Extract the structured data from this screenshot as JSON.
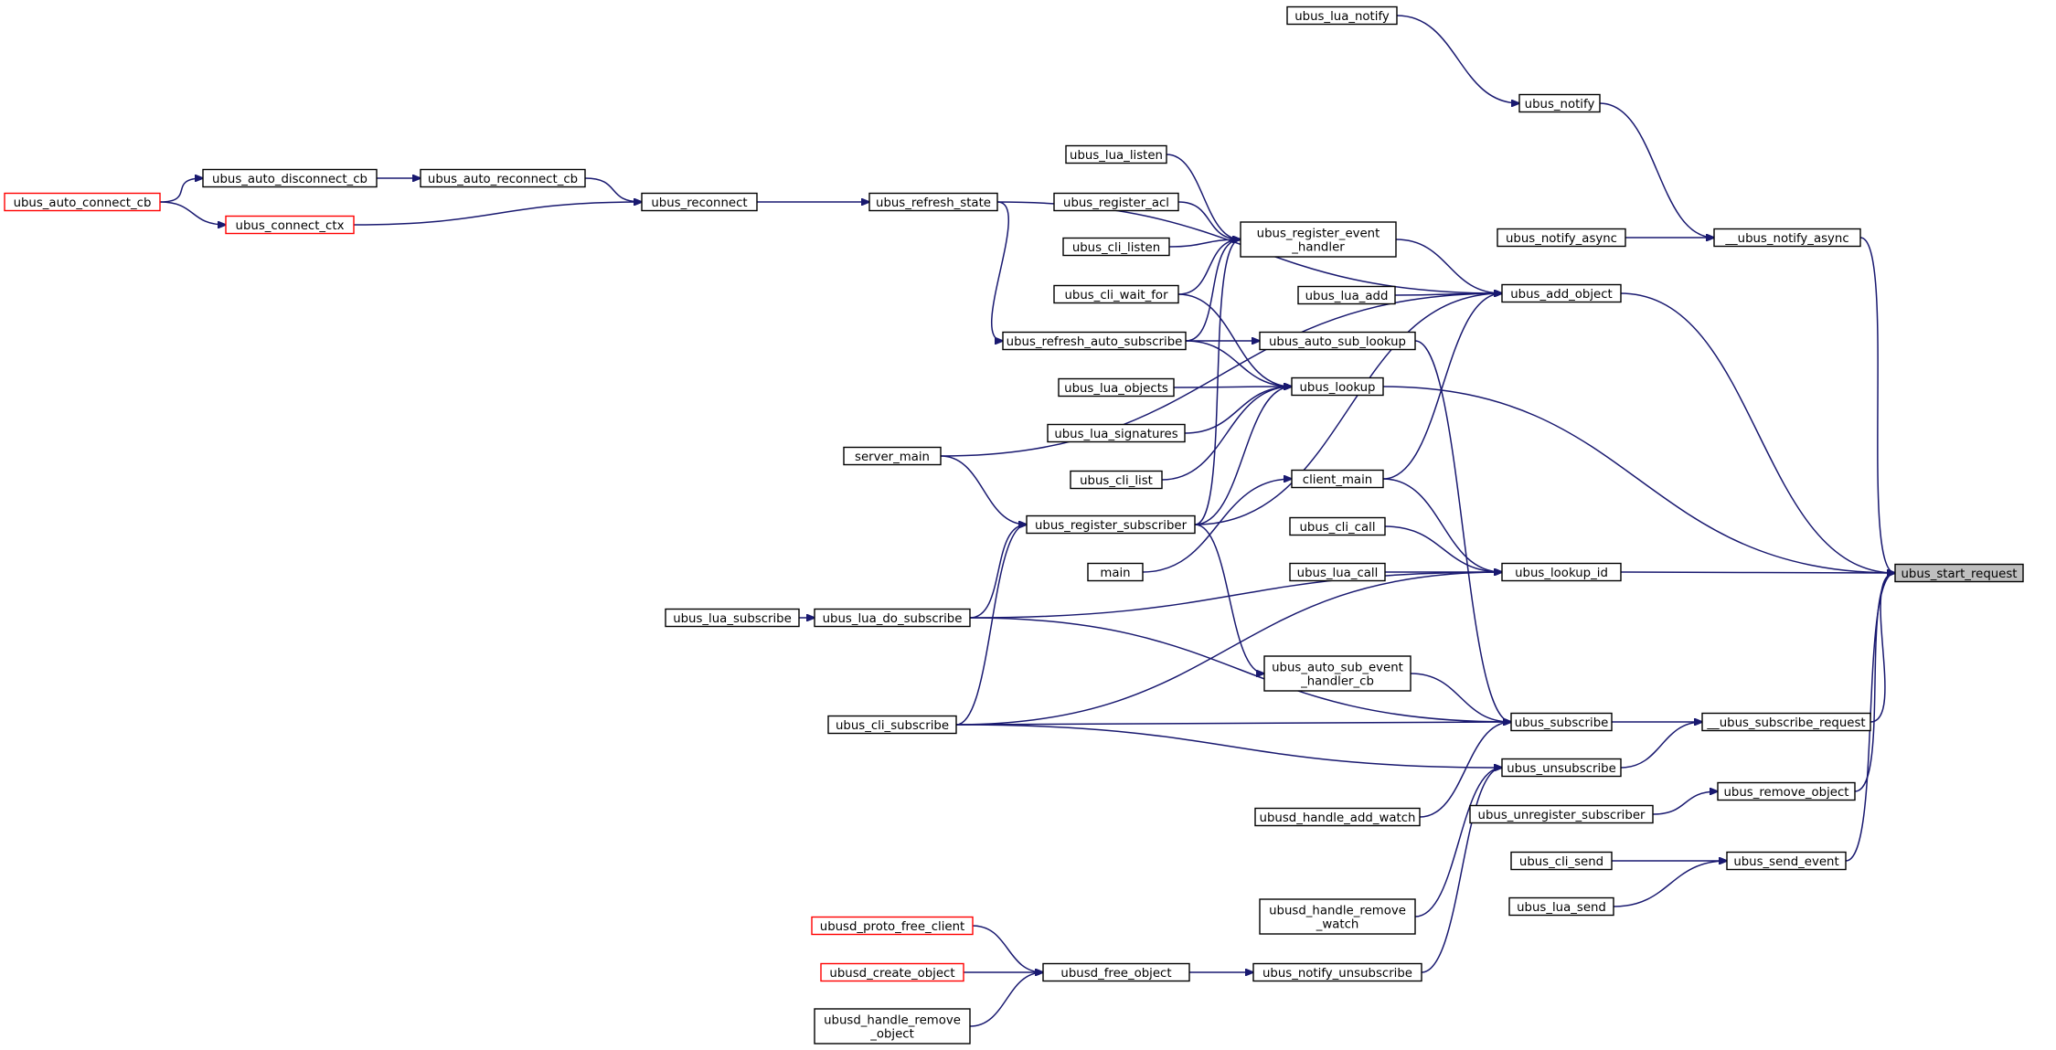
{
  "nodes": [
    {
      "id": "ubus_start_request",
      "label": [
        "ubus_start_request"
      ],
      "highlight": true
    },
    {
      "id": "ubus_lua_notify",
      "label": [
        "ubus_lua_notify"
      ]
    },
    {
      "id": "ubus_notify",
      "label": [
        "ubus_notify"
      ]
    },
    {
      "id": "__ubus_notify_async",
      "label": [
        "__ubus_notify_async"
      ]
    },
    {
      "id": "ubus_notify_async",
      "label": [
        "ubus_notify_async"
      ]
    },
    {
      "id": "ubus_add_object",
      "label": [
        "ubus_add_object"
      ]
    },
    {
      "id": "ubus_lua_add",
      "label": [
        "ubus_lua_add"
      ]
    },
    {
      "id": "ubus_register_event_handler",
      "label": [
        "ubus_register_event",
        "_handler"
      ]
    },
    {
      "id": "ubus_lua_listen",
      "label": [
        "ubus_lua_listen"
      ]
    },
    {
      "id": "ubus_register_acl",
      "label": [
        "ubus_register_acl"
      ]
    },
    {
      "id": "ubus_cli_listen",
      "label": [
        "ubus_cli_listen"
      ]
    },
    {
      "id": "ubus_cli_wait_for",
      "label": [
        "ubus_cli_wait_for"
      ]
    },
    {
      "id": "ubus_refresh_auto_subscribe",
      "label": [
        "ubus_refresh_auto_subscribe"
      ]
    },
    {
      "id": "ubus_auto_sub_lookup",
      "label": [
        "ubus_auto_sub_lookup"
      ]
    },
    {
      "id": "ubus_lookup",
      "label": [
        "ubus_lookup"
      ]
    },
    {
      "id": "ubus_lua_objects",
      "label": [
        "ubus_lua_objects"
      ]
    },
    {
      "id": "ubus_lua_signatures",
      "label": [
        "ubus_lua_signatures"
      ]
    },
    {
      "id": "ubus_cli_list",
      "label": [
        "ubus_cli_list"
      ]
    },
    {
      "id": "client_main",
      "label": [
        "client_main"
      ]
    },
    {
      "id": "server_main",
      "label": [
        "server_main"
      ]
    },
    {
      "id": "ubus_register_subscriber",
      "label": [
        "ubus_register_subscriber"
      ]
    },
    {
      "id": "ubus_cli_call",
      "label": [
        "ubus_cli_call"
      ]
    },
    {
      "id": "ubus_lua_call",
      "label": [
        "ubus_lua_call"
      ]
    },
    {
      "id": "ubus_lookup_id",
      "label": [
        "ubus_lookup_id"
      ]
    },
    {
      "id": "main",
      "label": [
        "main"
      ]
    },
    {
      "id": "ubus_lua_subscribe",
      "label": [
        "ubus_lua_subscribe"
      ]
    },
    {
      "id": "ubus_lua_do_subscribe",
      "label": [
        "ubus_lua_do_subscribe"
      ]
    },
    {
      "id": "ubus_auto_sub_event_handler_cb",
      "label": [
        "ubus_auto_sub_event",
        "_handler_cb"
      ]
    },
    {
      "id": "ubus_cli_subscribe",
      "label": [
        "ubus_cli_subscribe"
      ]
    },
    {
      "id": "ubus_subscribe",
      "label": [
        "ubus_subscribe"
      ]
    },
    {
      "id": "__ubus_subscribe_request",
      "label": [
        "__ubus_subscribe_request"
      ]
    },
    {
      "id": "ubus_unsubscribe",
      "label": [
        "ubus_unsubscribe"
      ]
    },
    {
      "id": "ubusd_handle_add_watch",
      "label": [
        "ubusd_handle_add_watch"
      ]
    },
    {
      "id": "ubus_unregister_subscriber",
      "label": [
        "ubus_unregister_subscriber"
      ]
    },
    {
      "id": "ubus_remove_object",
      "label": [
        "ubus_remove_object"
      ]
    },
    {
      "id": "ubus_cli_send",
      "label": [
        "ubus_cli_send"
      ]
    },
    {
      "id": "ubus_send_event",
      "label": [
        "ubus_send_event"
      ]
    },
    {
      "id": "ubus_lua_send",
      "label": [
        "ubus_lua_send"
      ]
    },
    {
      "id": "ubusd_handle_remove_watch",
      "label": [
        "ubusd_handle_remove",
        "_watch"
      ]
    },
    {
      "id": "ubusd_proto_free_client",
      "label": [
        "ubusd_proto_free_client"
      ],
      "incomplete": true
    },
    {
      "id": "ubusd_create_object",
      "label": [
        "ubusd_create_object"
      ],
      "incomplete": true
    },
    {
      "id": "ubusd_free_object",
      "label": [
        "ubusd_free_object"
      ]
    },
    {
      "id": "ubus_notify_unsubscribe",
      "label": [
        "ubus_notify_unsubscribe"
      ]
    },
    {
      "id": "ubusd_handle_remove_object",
      "label": [
        "ubusd_handle_remove",
        "_object"
      ]
    },
    {
      "id": "ubus_auto_connect_cb",
      "label": [
        "ubus_auto_connect_cb"
      ],
      "incomplete": true
    },
    {
      "id": "ubus_auto_disconnect_cb",
      "label": [
        "ubus_auto_disconnect_cb"
      ]
    },
    {
      "id": "ubus_connect_ctx",
      "label": [
        "ubus_connect_ctx"
      ],
      "incomplete": true
    },
    {
      "id": "ubus_auto_reconnect_cb",
      "label": [
        "ubus_auto_reconnect_cb"
      ]
    },
    {
      "id": "ubus_reconnect",
      "label": [
        "ubus_reconnect"
      ]
    },
    {
      "id": "ubus_refresh_state",
      "label": [
        "ubus_refresh_state"
      ]
    }
  ],
  "edges": [
    [
      "ubus_lua_notify",
      "ubus_notify"
    ],
    [
      "ubus_notify",
      "__ubus_notify_async"
    ],
    [
      "ubus_notify_async",
      "__ubus_notify_async"
    ],
    [
      "__ubus_notify_async",
      "ubus_start_request"
    ],
    [
      "ubus_add_object",
      "ubus_start_request"
    ],
    [
      "ubus_lookup",
      "ubus_start_request"
    ],
    [
      "ubus_lookup_id",
      "ubus_start_request"
    ],
    [
      "__ubus_subscribe_request",
      "ubus_start_request"
    ],
    [
      "ubus_remove_object",
      "ubus_start_request"
    ],
    [
      "ubus_send_event",
      "ubus_start_request"
    ],
    [
      "ubus_lua_add",
      "ubus_add_object"
    ],
    [
      "ubus_register_event_handler",
      "ubus_add_object"
    ],
    [
      "ubus_refresh_state",
      "ubus_add_object"
    ],
    [
      "server_main",
      "ubus_add_object"
    ],
    [
      "client_main",
      "ubus_add_object"
    ],
    [
      "ubus_register_subscriber",
      "ubus_add_object"
    ],
    [
      "ubus_lua_listen",
      "ubus_register_event_handler"
    ],
    [
      "ubus_register_acl",
      "ubus_register_event_handler"
    ],
    [
      "ubus_cli_listen",
      "ubus_register_event_handler"
    ],
    [
      "ubus_cli_wait_for",
      "ubus_register_event_handler"
    ],
    [
      "ubus_refresh_auto_subscribe",
      "ubus_register_event_handler"
    ],
    [
      "ubus_register_subscriber",
      "ubus_register_event_handler"
    ],
    [
      "ubus_refresh_auto_subscribe",
      "ubus_auto_sub_lookup"
    ],
    [
      "ubus_refresh_auto_subscribe",
      "ubus_lookup"
    ],
    [
      "ubus_cli_wait_for",
      "ubus_lookup"
    ],
    [
      "ubus_lua_objects",
      "ubus_lookup"
    ],
    [
      "ubus_lua_signatures",
      "ubus_lookup"
    ],
    [
      "ubus_cli_list",
      "ubus_lookup"
    ],
    [
      "ubus_register_subscriber",
      "ubus_lookup"
    ],
    [
      "ubus_refresh_state",
      "ubus_refresh_auto_subscribe"
    ],
    [
      "ubus_reconnect",
      "ubus_refresh_state"
    ],
    [
      "ubus_auto_reconnect_cb",
      "ubus_reconnect"
    ],
    [
      "ubus_connect_ctx",
      "ubus_reconnect"
    ],
    [
      "ubus_auto_disconnect_cb",
      "ubus_auto_reconnect_cb"
    ],
    [
      "ubus_auto_connect_cb",
      "ubus_auto_disconnect_cb"
    ],
    [
      "ubus_auto_connect_cb",
      "ubus_connect_ctx"
    ],
    [
      "ubus_cli_call",
      "ubus_lookup_id"
    ],
    [
      "ubus_lua_call",
      "ubus_lookup_id"
    ],
    [
      "client_main",
      "ubus_lookup_id"
    ],
    [
      "ubus_lua_do_subscribe",
      "ubus_lookup_id"
    ],
    [
      "ubus_cli_subscribe",
      "ubus_lookup_id"
    ],
    [
      "main",
      "client_main"
    ],
    [
      "server_main",
      "ubus_register_subscriber"
    ],
    [
      "ubus_lua_do_subscribe",
      "ubus_register_subscriber"
    ],
    [
      "ubus_cli_subscribe",
      "ubus_register_subscriber"
    ],
    [
      "ubus_lua_subscribe",
      "ubus_lua_do_subscribe"
    ],
    [
      "ubus_register_subscriber",
      "ubus_auto_sub_event_handler_cb"
    ],
    [
      "ubus_auto_sub_event_handler_cb",
      "ubus_subscribe"
    ],
    [
      "ubus_auto_sub_lookup",
      "ubus_subscribe"
    ],
    [
      "ubus_lua_do_subscribe",
      "ubus_subscribe"
    ],
    [
      "ubus_cli_subscribe",
      "ubus_subscribe"
    ],
    [
      "ubusd_handle_add_watch",
      "ubus_subscribe"
    ],
    [
      "ubus_subscribe",
      "__ubus_subscribe_request"
    ],
    [
      "ubus_unsubscribe",
      "__ubus_subscribe_request"
    ],
    [
      "ubus_cli_subscribe",
      "ubus_unsubscribe"
    ],
    [
      "ubusd_handle_remove_watch",
      "ubus_unsubscribe"
    ],
    [
      "ubus_notify_unsubscribe",
      "ubus_unsubscribe"
    ],
    [
      "ubus_unregister_subscriber",
      "ubus_remove_object"
    ],
    [
      "ubus_cli_send",
      "ubus_send_event"
    ],
    [
      "ubus_lua_send",
      "ubus_send_event"
    ],
    [
      "ubusd_proto_free_client",
      "ubusd_free_object"
    ],
    [
      "ubusd_create_object",
      "ubusd_free_object"
    ],
    [
      "ubusd_handle_remove_object",
      "ubusd_free_object"
    ],
    [
      "ubusd_free_object",
      "ubus_notify_unsubscribe"
    ]
  ],
  "colors": {
    "edge": "#191970",
    "node_border": "#000000",
    "incomplete_border": "#ff0000",
    "highlight_fill": "#bfbfbf",
    "background": "#ffffff"
  }
}
